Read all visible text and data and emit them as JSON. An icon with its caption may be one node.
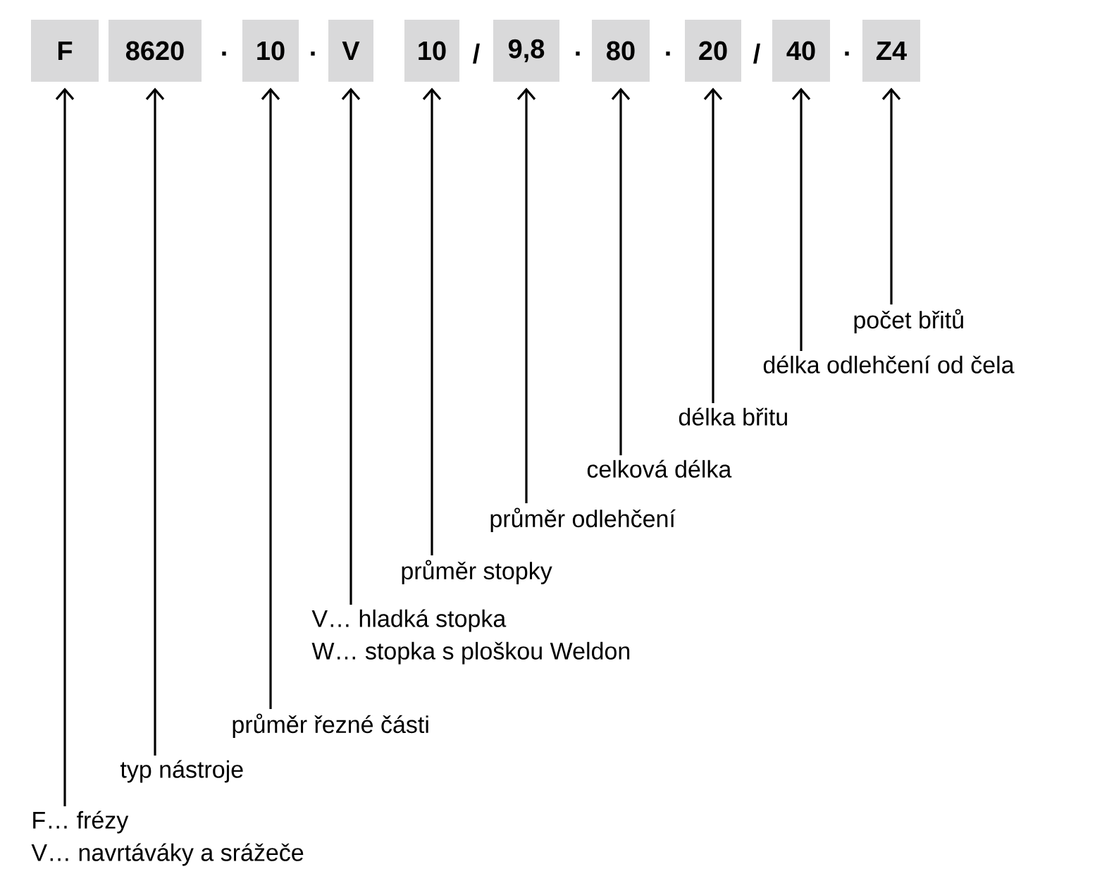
{
  "diagram": {
    "nodes": [
      {
        "text": [
          "F"
        ]
      },
      {
        "text": [
          "8620"
        ]
      },
      {
        "text": [
          "10"
        ]
      },
      {
        "text": [
          "V"
        ]
      },
      {
        "text": [
          "10"
        ]
      },
      {
        "text": [
          "9,8"
        ]
      },
      {
        "text": [
          "80"
        ]
      },
      {
        "text": [
          "20"
        ]
      },
      {
        "text": [
          "40"
        ]
      },
      {
        "text": [
          "Z4"
        ]
      },
      {
        "text": [
          "F… frézy",
          "V… navrtáváky a srážeče"
        ]
      },
      {
        "text": [
          "typ nástroje"
        ]
      },
      {
        "text": [
          "průměr řezné části"
        ]
      },
      {
        "text": [
          "V… hladká stopka",
          "W… stopka s ploškou Weldon"
        ]
      },
      {
        "text": [
          "průměr stopky"
        ]
      },
      {
        "text": [
          "průměr odlehčení"
        ]
      },
      {
        "text": [
          "celková délka"
        ]
      },
      {
        "text": [
          "délka břitu"
        ]
      },
      {
        "text": [
          "délka odlehčení od čela"
        ]
      },
      {
        "text": [
          "počet břitů"
        ]
      }
    ],
    "edges": [
      {
        "from": 10,
        "to": 0,
        "arrow": "to"
      },
      {
        "from": 11,
        "to": 1,
        "arrow": "to"
      },
      {
        "from": 12,
        "to": 2,
        "arrow": "to"
      },
      {
        "from": 13,
        "to": 3,
        "arrow": "to"
      },
      {
        "from": 14,
        "to": 4,
        "arrow": "to"
      },
      {
        "from": 15,
        "to": 5,
        "arrow": "to"
      },
      {
        "from": 16,
        "to": 6,
        "arrow": "to"
      },
      {
        "from": 17,
        "to": 7,
        "arrow": "to"
      },
      {
        "from": 18,
        "to": 8,
        "arrow": "to"
      },
      {
        "from": 19,
        "to": 9,
        "arrow": "to"
      }
    ],
    "labels": [
      ".",
      ".",
      "/",
      ".",
      ".",
      "/",
      "."
    ]
  }
}
